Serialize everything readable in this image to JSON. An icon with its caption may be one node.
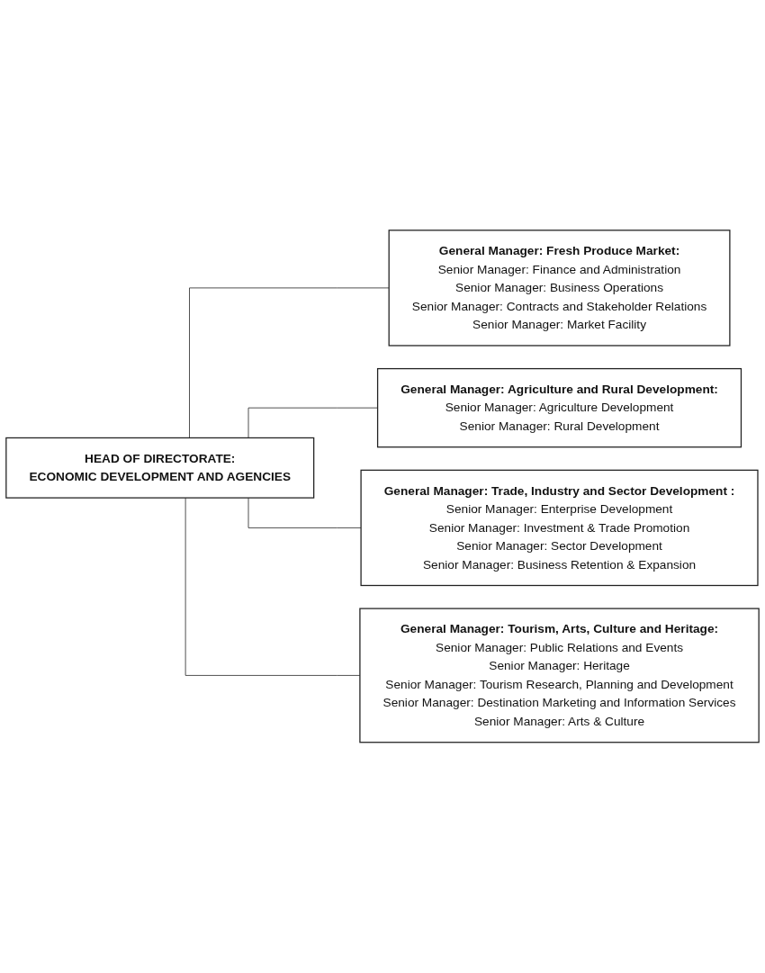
{
  "diagram": {
    "nodes": [
      {
        "text": [
          "HEAD OF DIRECTORATE:",
          "ECONOMIC DEVELOPMENT AND AGENCIES"
        ]
      },
      {
        "text": [
          "General Manager: Fresh Produce Market:",
          "Senior Manager: Finance and Administration",
          "Senior Manager: Business Operations",
          "Senior Manager: Contracts and Stakeholder Relations",
          "Senior Manager: Market Facility"
        ]
      },
      {
        "text": [
          "General Manager: Agriculture and Rural Development:",
          "Senior Manager: Agriculture Development",
          "Senior Manager: Rural Development"
        ]
      },
      {
        "text": [
          "General Manager: Trade, Industry and Sector Development :",
          "Senior Manager: Enterprise Development",
          "Senior Manager: Investment & Trade Promotion",
          "Senior Manager: Sector Development",
          "Senior Manager: Business Retention & Expansion"
        ]
      },
      {
        "text": [
          "General Manager: Tourism, Arts, Culture and Heritage:",
          "Senior Manager: Public Relations and Events",
          "Senior Manager: Heritage",
          "Senior Manager: Tourism Research, Planning and Development",
          "Senior Manager: Destination Marketing and Information Services",
          "Senior Manager: Arts & Culture"
        ]
      }
    ],
    "edges": [
      {
        "from": 0,
        "to": 1,
        "arrow": "none"
      },
      {
        "from": 0,
        "to": 2,
        "arrow": "none"
      },
      {
        "from": 0,
        "to": 3,
        "arrow": "none"
      },
      {
        "from": 0,
        "to": 4,
        "arrow": "none"
      }
    ]
  }
}
